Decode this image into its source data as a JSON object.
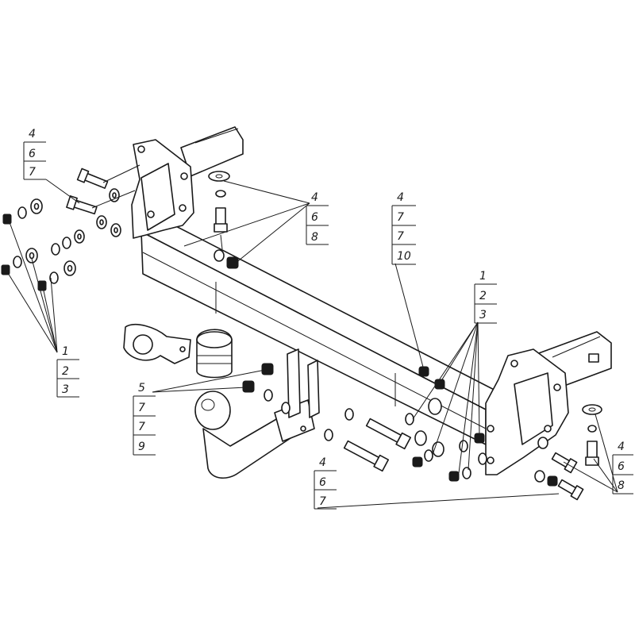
{
  "callouts": [
    {
      "labels": [
        "4",
        "6",
        "7"
      ]
    },
    {
      "labels": [
        "1",
        "2",
        "3"
      ]
    },
    {
      "labels": [
        "4",
        "6",
        "8"
      ]
    },
    {
      "labels": [
        "4",
        "7",
        "7",
        "10"
      ]
    },
    {
      "labels": [
        "1",
        "2",
        "3"
      ]
    },
    {
      "labels": [
        "5",
        "7",
        "7",
        "9"
      ]
    },
    {
      "labels": [
        "4",
        "6",
        "7"
      ]
    },
    {
      "labels": [
        "4",
        "6",
        "8"
      ]
    }
  ],
  "colors": {
    "line": "#1a1a1a",
    "background": "#ffffff"
  }
}
